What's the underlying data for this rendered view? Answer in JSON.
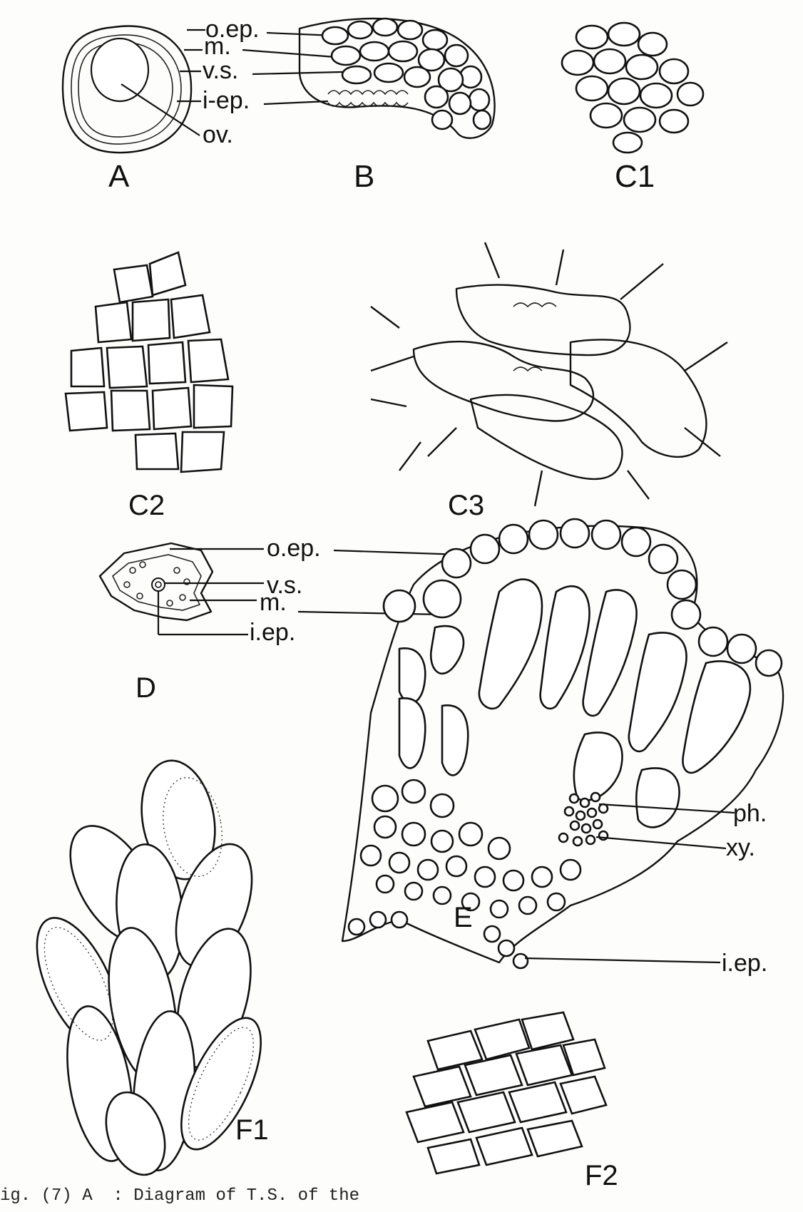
{
  "panels": {
    "A": "A",
    "B": "B",
    "C1": "C1",
    "C2": "C2",
    "C3": "C3",
    "D": "D",
    "E": "E",
    "F1": "F1",
    "F2": "F2"
  },
  "labels": {
    "A": [
      "o.ep.",
      "m.",
      "v.s.",
      "i-ep.",
      "ov."
    ],
    "D": [
      "o.ep.",
      "v.s.",
      "m.",
      "i.ep."
    ],
    "E": [
      "ph.",
      "xy.",
      "i.ep."
    ]
  },
  "caption": "ig. (7) A  : Diagram of T.S. of the"
}
